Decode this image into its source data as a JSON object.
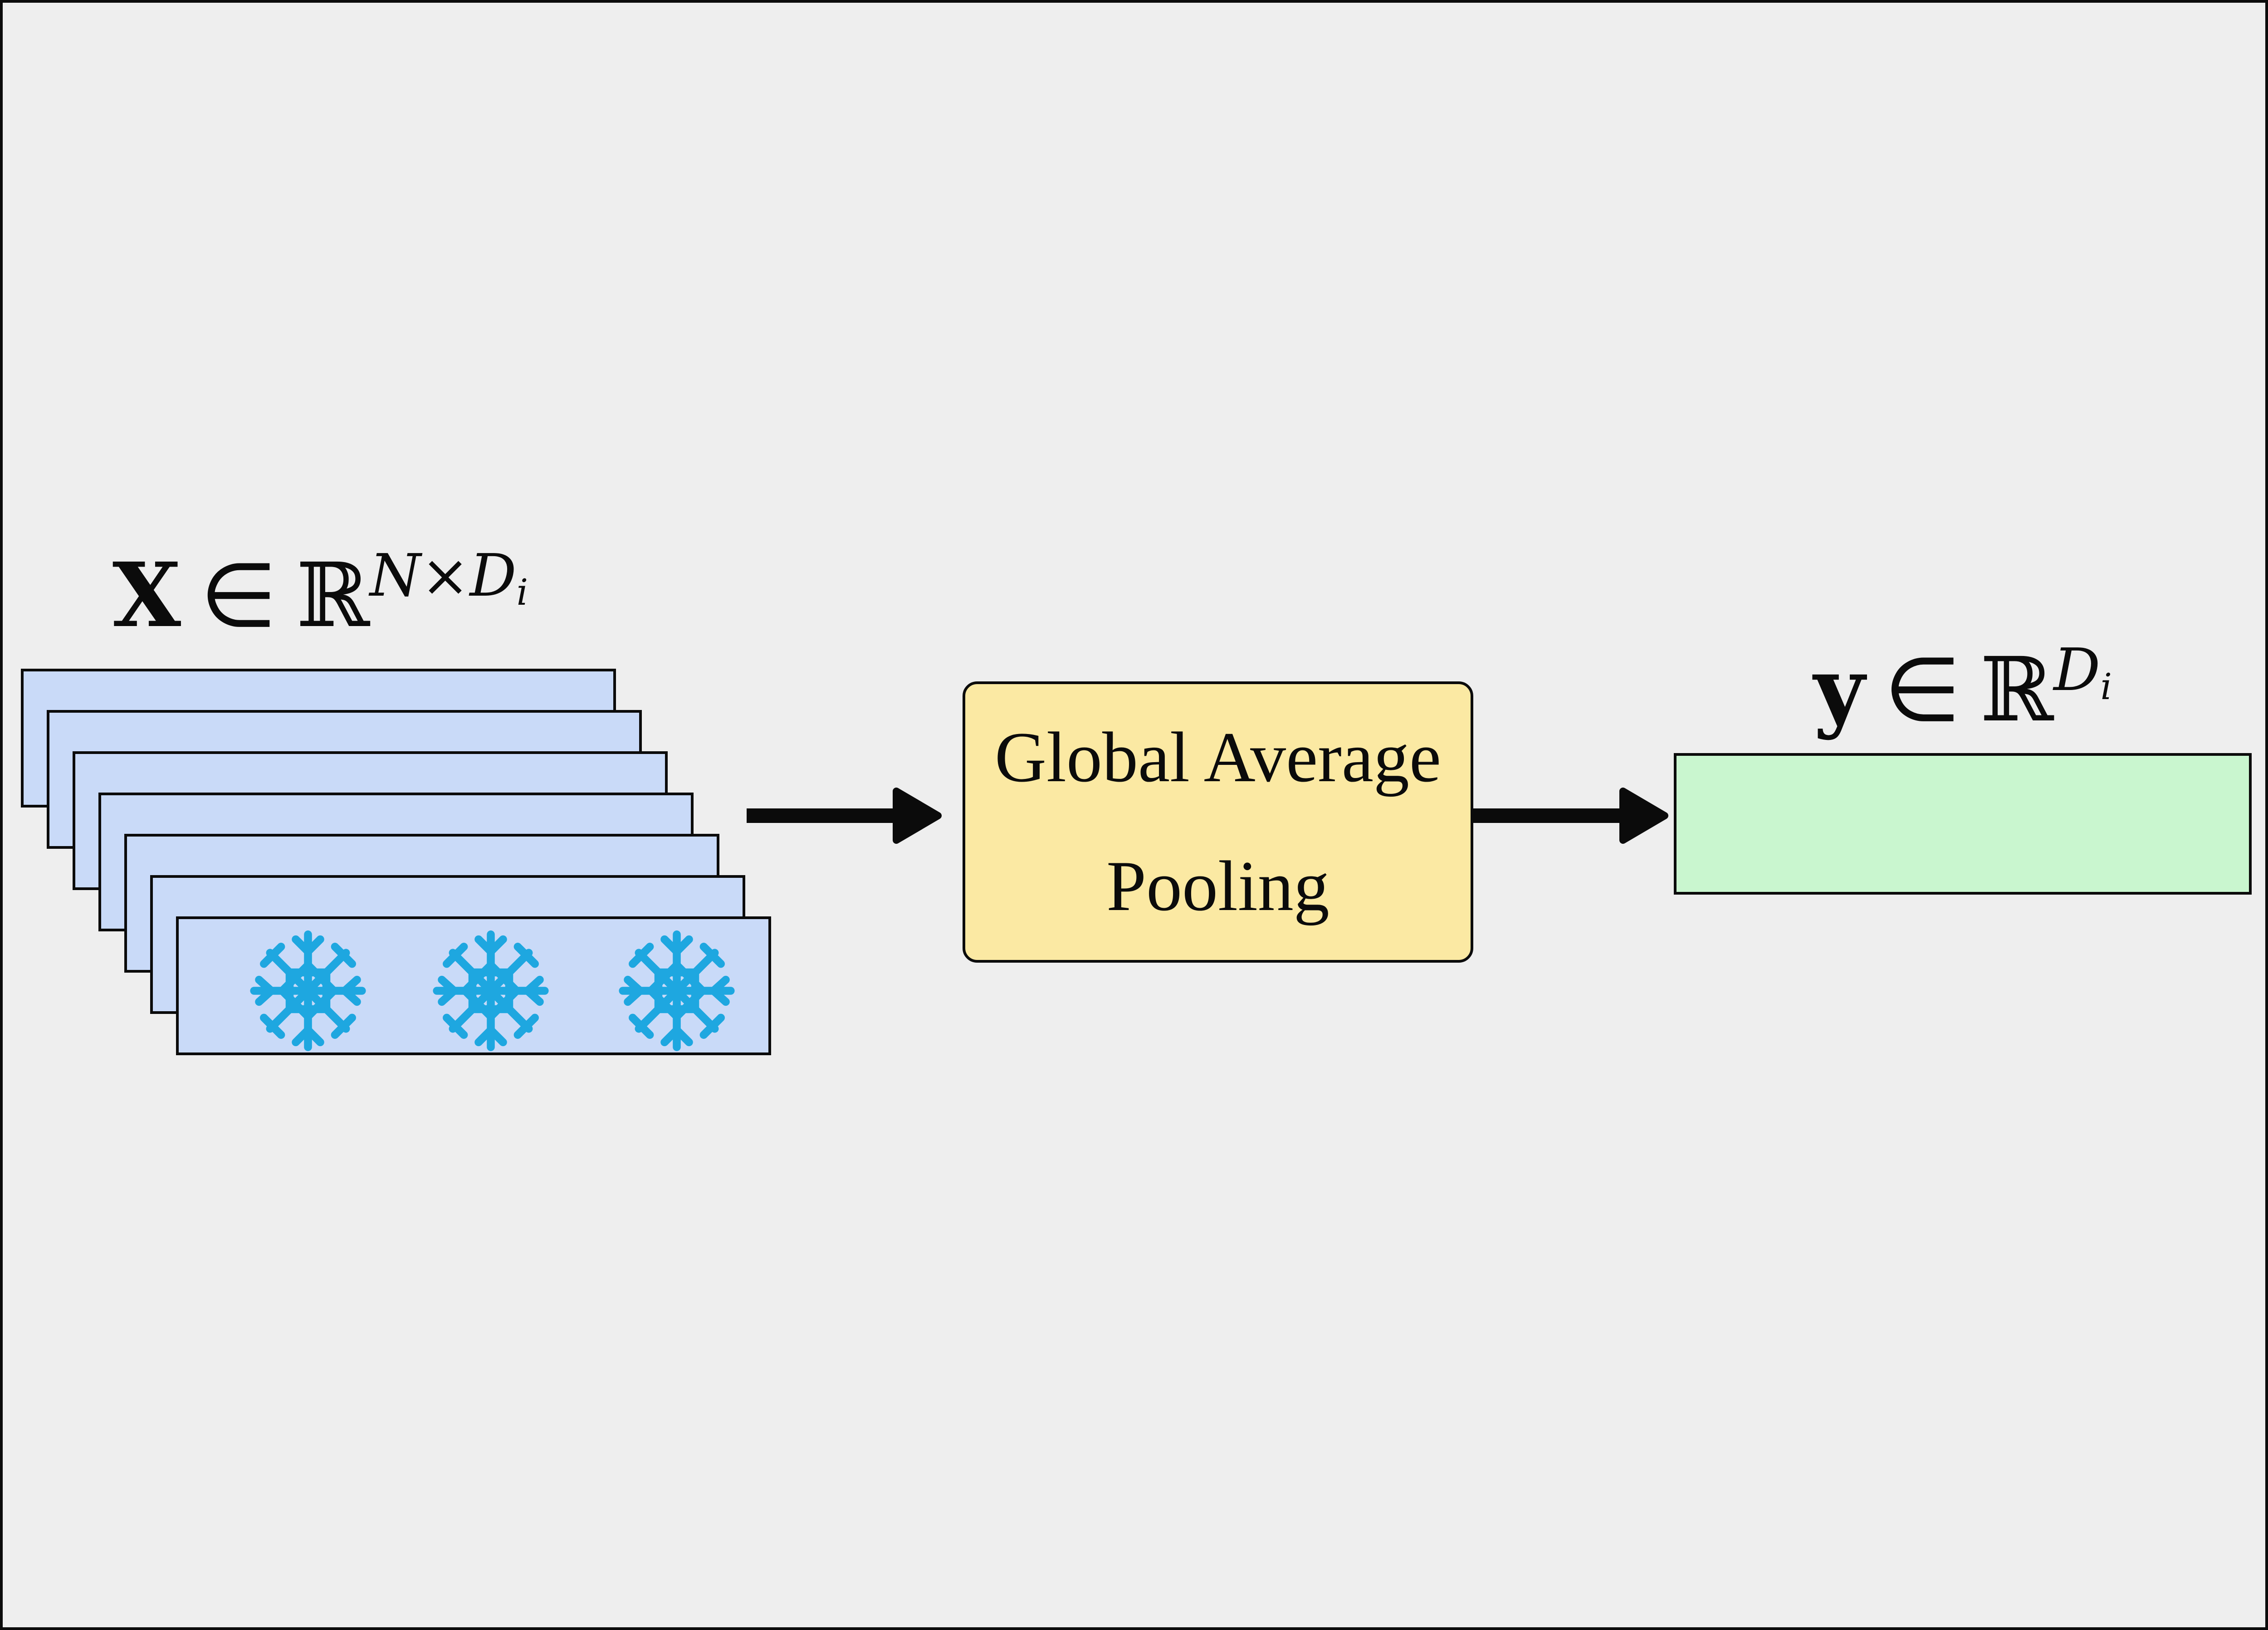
{
  "diagram": {
    "background_color": "#eeeeee",
    "frame_border_color": "#0b0b0b",
    "arrow_color": "#0b0b0b",
    "input_tokens": {
      "math_label": {
        "variable": "X",
        "relation": "∈",
        "set_symbol": "ℝ",
        "superscript": {
          "n": "N",
          "times": "×",
          "d": "D",
          "sub_i": "i"
        }
      },
      "layer_count": 7,
      "fill_color": "#c9daf8",
      "border_color": "#0b0b0b",
      "frozen": {
        "icon": "snowflake",
        "count": 3,
        "color": "#1ea7e0"
      }
    },
    "pooling_box": {
      "label_line1": "Global Average",
      "label_line2": "Pooling",
      "fill_color": "#fbe9a3",
      "border_color": "#0b0b0b"
    },
    "output_vector": {
      "math_label": {
        "variable": "y",
        "relation": "∈",
        "set_symbol": "ℝ",
        "superscript": {
          "d": "D",
          "sub_i": "i"
        }
      },
      "fill_color": "#c9f6cf",
      "border_color": "#0b0b0b"
    }
  }
}
